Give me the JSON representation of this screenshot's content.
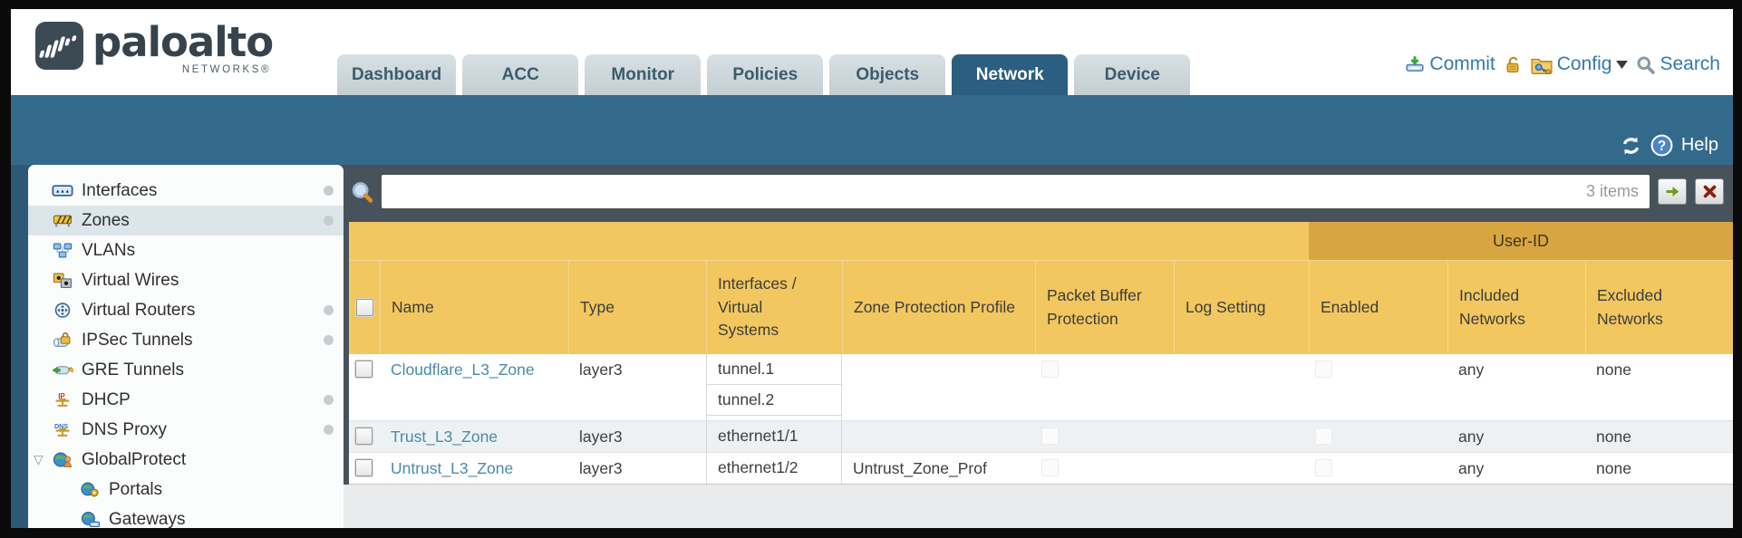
{
  "header": {
    "brand": "paloalto",
    "brand_sub": "NETWORKS®",
    "logo_icon": "paloalto-logo-mark",
    "tabs": [
      {
        "label": "Dashboard",
        "active": false
      },
      {
        "label": "ACC",
        "active": false
      },
      {
        "label": "Monitor",
        "active": false
      },
      {
        "label": "Policies",
        "active": false
      },
      {
        "label": "Objects",
        "active": false
      },
      {
        "label": "Network",
        "active": true
      },
      {
        "label": "Device",
        "active": false
      }
    ],
    "actions": {
      "commit_label": "Commit",
      "commit_icon": "commit-icon",
      "lock_icon": "unlocked-padlock-icon",
      "config_label": "Config",
      "config_icon": "config-folder-icon",
      "caret_icon": "caret-down-icon",
      "search_label": "Search",
      "search_icon": "search-icon"
    }
  },
  "subheader": {
    "refresh_icon": "refresh-icon",
    "help_icon": "help-icon",
    "help_label": "Help"
  },
  "sidebar": {
    "items": [
      {
        "label": "Interfaces",
        "icon": "interfaces-icon",
        "dot": true,
        "selected": false
      },
      {
        "label": "Zones",
        "icon": "zones-icon",
        "dot": true,
        "selected": true
      },
      {
        "label": "VLANs",
        "icon": "vlans-icon",
        "dot": false,
        "selected": false
      },
      {
        "label": "Virtual Wires",
        "icon": "virtual-wires-icon",
        "dot": false,
        "selected": false
      },
      {
        "label": "Virtual Routers",
        "icon": "virtual-routers-icon",
        "dot": true,
        "selected": false
      },
      {
        "label": "IPSec Tunnels",
        "icon": "ipsec-tunnels-icon",
        "dot": true,
        "selected": false
      },
      {
        "label": "GRE Tunnels",
        "icon": "gre-tunnels-icon",
        "dot": false,
        "selected": false
      },
      {
        "label": "DHCP",
        "icon": "dhcp-icon",
        "dot": true,
        "selected": false
      },
      {
        "label": "DNS Proxy",
        "icon": "dns-proxy-icon",
        "dot": true,
        "selected": false
      },
      {
        "label": "GlobalProtect",
        "icon": "globalprotect-icon",
        "dot": false,
        "selected": false,
        "expanded": true,
        "expander_icon": "expand-triangle-icon"
      },
      {
        "label": "Portals",
        "icon": "portals-icon",
        "dot": false,
        "selected": false,
        "child": true
      },
      {
        "label": "Gateways",
        "icon": "gateways-icon",
        "dot": false,
        "selected": false,
        "child": true
      }
    ]
  },
  "filter_bar": {
    "search_icon": "magnifier-icon",
    "search_value": "",
    "items_count_label": "3 items",
    "apply_icon": "green-arrow-icon",
    "clear_icon": "red-x-icon"
  },
  "zones_table": {
    "group_header_label": "User-ID",
    "columns": [
      "Name",
      "Type",
      "Interfaces / Virtual Systems",
      "Zone Protection Profile",
      "Packet Buffer Protection",
      "Log Setting",
      "Enabled",
      "Included Networks",
      "Excluded Networks"
    ],
    "user_id_group_columns": [
      "Enabled",
      "Included Networks",
      "Excluded Networks"
    ],
    "rows": [
      {
        "selected": false,
        "name": "Cloudflare_L3_Zone",
        "type": "layer3",
        "interfaces": [
          "tunnel.1",
          "tunnel.2"
        ],
        "zone_protection_profile": "",
        "packet_buffer_protection": false,
        "log_setting": "",
        "user_id_enabled": false,
        "included_networks": "any",
        "excluded_networks": "none"
      },
      {
        "selected": false,
        "name": "Trust_L3_Zone",
        "type": "layer3",
        "interfaces": [
          "ethernet1/1"
        ],
        "zone_protection_profile": "",
        "packet_buffer_protection": false,
        "log_setting": "",
        "user_id_enabled": false,
        "included_networks": "any",
        "excluded_networks": "none"
      },
      {
        "selected": false,
        "name": "Untrust_L3_Zone",
        "type": "layer3",
        "interfaces": [
          "ethernet1/2"
        ],
        "zone_protection_profile": "Untrust_Zone_Prof",
        "packet_buffer_protection": false,
        "log_setting": "",
        "user_id_enabled": false,
        "included_networks": "any",
        "excluded_networks": "none"
      }
    ]
  },
  "colors": {
    "teal_band": "#336a8c",
    "active_tab": "#2b5e80",
    "inactive_tab": "#c9d4d9",
    "amber_header": "#f2c75f",
    "user_id_band": "#d8a640",
    "link_blue": "#4a8baa",
    "action_blue": "#3579ad",
    "dark_panel": "#47525b",
    "selected_item_bg": "#dbe5ea",
    "alt_row_bg": "#edf1f4"
  }
}
